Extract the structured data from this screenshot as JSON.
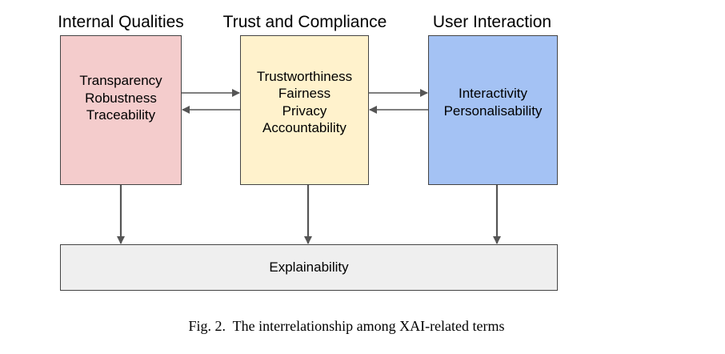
{
  "columns": [
    {
      "title": "Internal Qualities",
      "items": [
        "Transparency",
        "Robustness",
        "Traceability"
      ],
      "color": "#f4cccc"
    },
    {
      "title": "Trust and Compliance",
      "items": [
        "Trustworthiness",
        "Fairness",
        "Privacy",
        "Accountability"
      ],
      "color": "#fff2cc"
    },
    {
      "title": "User Interaction",
      "items": [
        "Interactivity",
        "Personalisability"
      ],
      "color": "#a4c2f4"
    }
  ],
  "bottom": {
    "label": "Explainability",
    "color": "#efefef"
  },
  "caption": "Fig. 2.  The interrelationship among XAI-related terms"
}
